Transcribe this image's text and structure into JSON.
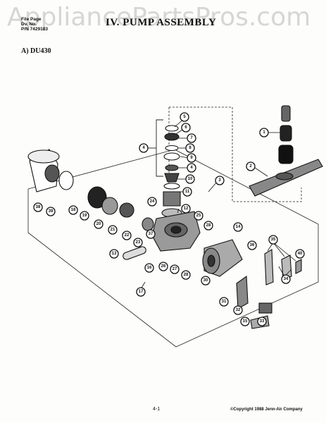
{
  "header": {
    "file_lines": [
      "File Page",
      "Dv. No.",
      "P/N 7429183"
    ],
    "title": "IV. PUMP ASSEMBLY",
    "watermark": "AppliancePartsPros.com"
  },
  "section_label": "A) DU430",
  "callouts": [
    "1",
    "2",
    "3",
    "4",
    "4",
    "5",
    "6",
    "7",
    "8",
    "9",
    "10",
    "11",
    "12",
    "13",
    "14",
    "15",
    "16",
    "17",
    "18",
    "19",
    "20",
    "21",
    "22",
    "23",
    "24",
    "25",
    "26",
    "27",
    "28",
    "29",
    "30",
    "31",
    "32",
    "33",
    "34",
    "35",
    "36",
    "37",
    "38",
    "39",
    "40"
  ],
  "footer": {
    "page_number": "4-1",
    "copyright": "©Copyright 1988 Jenn-Air Company"
  },
  "colors": {
    "ink": "#111111",
    "paper": "#fdfdfb",
    "watermark": "#969696"
  }
}
